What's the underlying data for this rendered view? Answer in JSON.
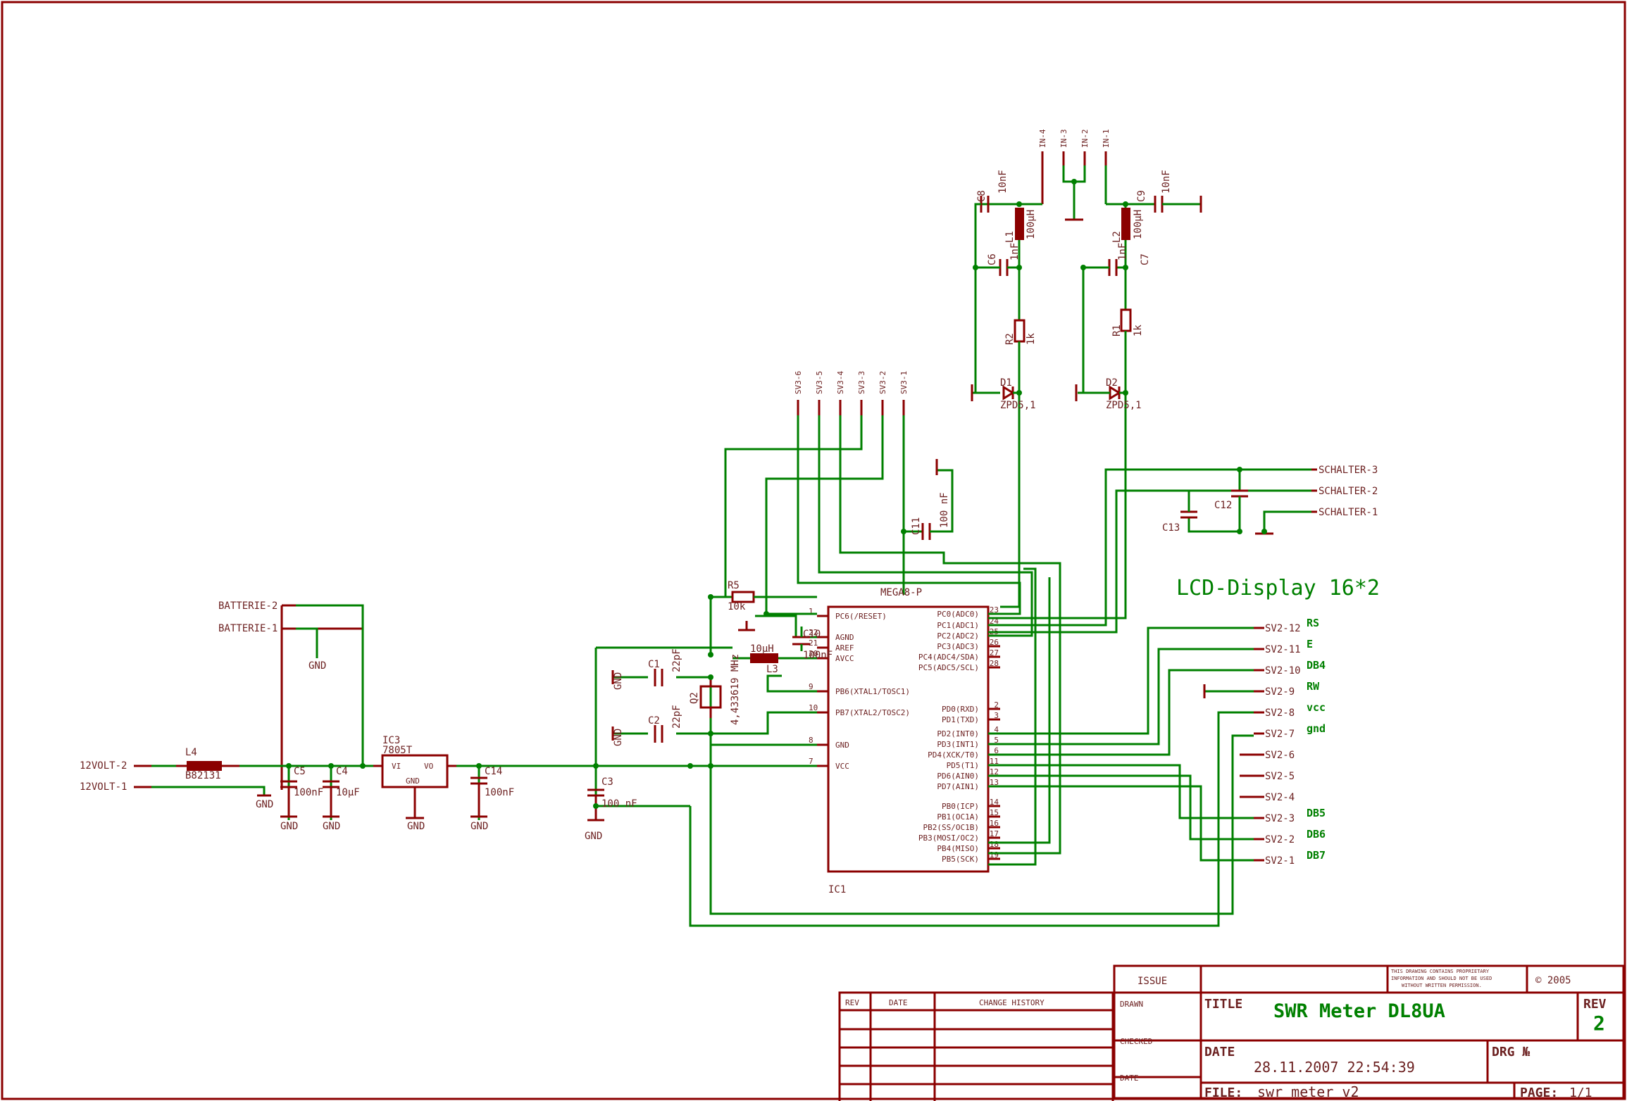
{
  "colors": {
    "frame": "#8b0000",
    "wire": "#008000",
    "component": "#8b0000",
    "label": "#6b1f1f",
    "highlight": "#008000"
  },
  "lcd_title": "LCD-Display 16*2",
  "ic1": {
    "name": "IC1",
    "value": "MEGA8-P",
    "left_pins": [
      {
        "label": "PC6(/RESET)",
        "num": "1"
      },
      {
        "label": "AGND",
        "num": "22"
      },
      {
        "label": "AREF",
        "num": "21"
      },
      {
        "label": "AVCC",
        "num": "20"
      },
      {
        "label": "PB6(XTAL1/TOSC1)",
        "num": "9"
      },
      {
        "label": "PB7(XTAL2/TOSC2)",
        "num": "10"
      },
      {
        "label": "GND",
        "num": "8"
      },
      {
        "label": "VCC",
        "num": "7"
      }
    ],
    "right_pins": [
      {
        "label": "PC0(ADC0)",
        "num": "23"
      },
      {
        "label": "PC1(ADC1)",
        "num": "24"
      },
      {
        "label": "PC2(ADC2)",
        "num": "25"
      },
      {
        "label": "PC3(ADC3)",
        "num": "26"
      },
      {
        "label": "PC4(ADC4/SDA)",
        "num": "27"
      },
      {
        "label": "PC5(ADC5/SCL)",
        "num": "28"
      },
      {
        "label": "PD0(RXD)",
        "num": "2"
      },
      {
        "label": "PD1(TXD)",
        "num": "3"
      },
      {
        "label": "PD2(INT0)",
        "num": "4"
      },
      {
        "label": "PD3(INT1)",
        "num": "5"
      },
      {
        "label": "PD4(XCK/T0)",
        "num": "6"
      },
      {
        "label": "PD5(T1)",
        "num": "11"
      },
      {
        "label": "PD6(AIN0)",
        "num": "12"
      },
      {
        "label": "PD7(AIN1)",
        "num": "13"
      },
      {
        "label": "PB0(ICP)",
        "num": "14"
      },
      {
        "label": "PB1(OC1A)",
        "num": "15"
      },
      {
        "label": "PB2(SS/OC1B)",
        "num": "16"
      },
      {
        "label": "PB3(MOSI/OC2)",
        "num": "17"
      },
      {
        "label": "PB4(MISO)",
        "num": "18"
      },
      {
        "label": "PB5(SCK)",
        "num": "19"
      }
    ]
  },
  "sv3": [
    "SV3-6",
    "SV3-5",
    "SV3-4",
    "SV3-3",
    "SV3-2",
    "SV3-1"
  ],
  "inputs": [
    "IN-4",
    "IN-3",
    "IN-2",
    "IN-1"
  ],
  "schalter": [
    "SCHALTER-3",
    "SCHALTER-2",
    "SCHALTER-1"
  ],
  "sv2": [
    {
      "label": "SV2-12",
      "net": "RS"
    },
    {
      "label": "SV2-11",
      "net": "E"
    },
    {
      "label": "SV2-10",
      "net": "DB4"
    },
    {
      "label": "SV2-9",
      "net": "RW"
    },
    {
      "label": "SV2-8",
      "net": "vcc"
    },
    {
      "label": "SV2-7",
      "net": "gnd"
    },
    {
      "label": "SV2-6",
      "net": ""
    },
    {
      "label": "SV2-5",
      "net": ""
    },
    {
      "label": "SV2-4",
      "net": ""
    },
    {
      "label": "SV2-3",
      "net": "DB5"
    },
    {
      "label": "SV2-2",
      "net": "DB6"
    },
    {
      "label": "SV2-1",
      "net": "DB7"
    }
  ],
  "power": {
    "bat2": "BATTERIE-2",
    "bat1": "BATTERIE-1",
    "v2": "12VOLT-2",
    "v1": "12VOLT-1",
    "gnd": "GND"
  },
  "parts": {
    "l4": "L4",
    "l4_val": "B82131",
    "c5": "C5",
    "c5_val": "100nF",
    "c4": "C4",
    "c4_val": "10µF",
    "ic3": "IC3",
    "ic3_val": "7805T",
    "ic3_vi": "VI",
    "ic3_vo": "VO",
    "ic3_gnd": "GND",
    "c14": "C14",
    "c14_val": "100nF",
    "c3": "C3",
    "c3_val": "100 nF",
    "r5": "R5",
    "r5_val": "10k",
    "l3": "L3",
    "l3_val": "10µH",
    "c10": "C10",
    "c10_val": "100nF",
    "c1": "C1",
    "c1_val": "22pF",
    "c2": "C2",
    "c2_val": "22pF",
    "q2": "Q2",
    "q2_val": "4,433619 MHz",
    "c11": "C11",
    "c11_val": "100 nF",
    "c12": "C12",
    "c13": "C13",
    "c8": "C8",
    "c8_val": "10nF",
    "c6": "C6",
    "c6_val": "1nF",
    "l1": "L1",
    "l1_val": "100µH",
    "r2": "R2",
    "r2_val": "1k",
    "d1": "D1",
    "d1_val": "ZPD5,1",
    "c9": "C9",
    "c9_val": "10nF",
    "c7": "C7",
    "c7_val": "1nF",
    "l2": "L2",
    "l2_val": "100µH",
    "r1": "R1",
    "r1_val": "1k",
    "d2": "D2",
    "d2_val": "ZPD5,1"
  },
  "titleblock": {
    "issue": "ISSUE",
    "rev_col": "REV",
    "date_col": "DATE",
    "change_history": "CHANGE HISTORY",
    "drawn": "DRAWN",
    "checked": "CHECKED",
    "date_label": "DATE",
    "proprietary": [
      "THIS DRAWING CONTAINS PROPRIETARY",
      "INFORMATION AND SHOULD NOT BE USED",
      "WITHOUT WRITTEN PERMISSION."
    ],
    "copyright": "© 2005",
    "title_label": "TITLE",
    "title": "SWR Meter DL8UA",
    "rev_label": "REV",
    "rev": "2",
    "date_value": "28.11.2007  22:54:39",
    "drg_label": "DRG №",
    "file_label": "FILE:",
    "file": "swr meter v2",
    "page_label": "PAGE:",
    "page": "1/1"
  }
}
